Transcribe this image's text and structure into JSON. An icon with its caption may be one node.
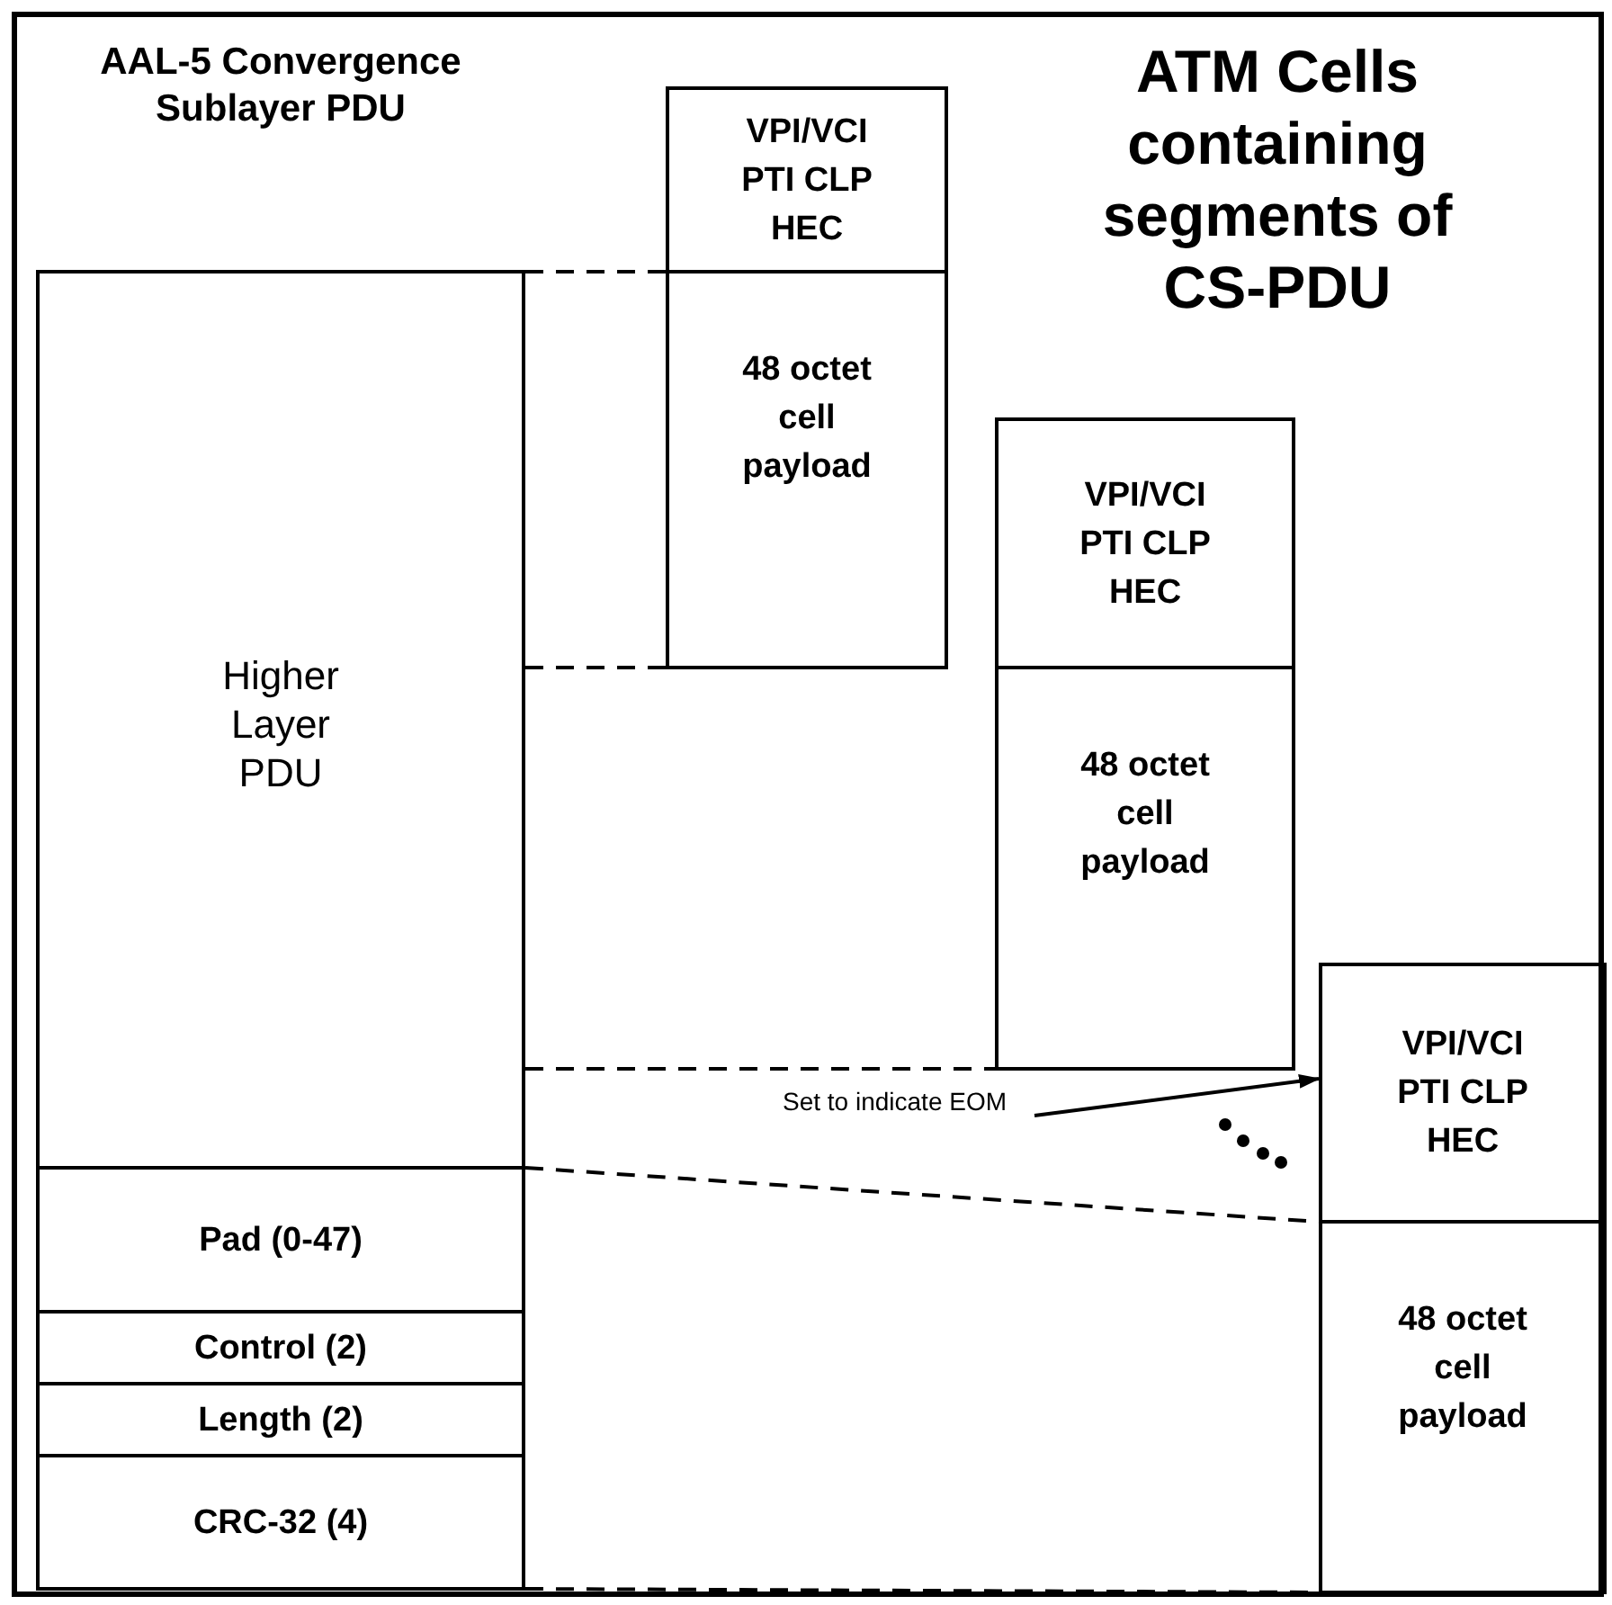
{
  "diagram": {
    "title": "ATM Cells containing segments of CS-PDU",
    "nodes": [
      {
        "text": [
          "AAL-5 Convergence Sublayer PDU"
        ]
      },
      {
        "text": [
          "Higher Layer PDU"
        ],
        "in": 0
      },
      {
        "text": [
          "Pad (0-47)"
        ],
        "in": 0
      },
      {
        "text": [
          "Control (2)"
        ],
        "in": 0
      },
      {
        "text": [
          "Length (2)"
        ],
        "in": 0
      },
      {
        "text": [
          "CRC-32 (4)"
        ],
        "in": 0
      },
      {
        "text": [
          "VPI/VCI PTI CLP HEC"
        ]
      },
      {
        "text": [
          "48 octet cell payload"
        ]
      },
      {
        "text": [
          "VPI/VCI PTI CLP HEC"
        ]
      },
      {
        "text": [
          "48 octet cell payload"
        ]
      },
      {
        "text": [
          "VPI/VCI PTI CLP HEC"
        ]
      },
      {
        "text": [
          "48 octet cell payload"
        ]
      },
      {
        "text": [
          "Set to indicate EOM"
        ]
      }
    ],
    "edges": [
      {
        "from": 1,
        "to": 7,
        "arrow": "none",
        "style": "dashed"
      },
      {
        "from": 1,
        "to": 7,
        "arrow": "none",
        "style": "dashed"
      },
      {
        "from": 1,
        "to": 9,
        "arrow": "none",
        "style": "dashed"
      },
      {
        "from": 2,
        "to": 11,
        "arrow": "none",
        "style": "dashed"
      },
      {
        "from": 5,
        "to": 11,
        "arrow": "none",
        "style": "dashed"
      },
      {
        "from": 12,
        "to": 10,
        "arrow": "to"
      }
    ]
  }
}
